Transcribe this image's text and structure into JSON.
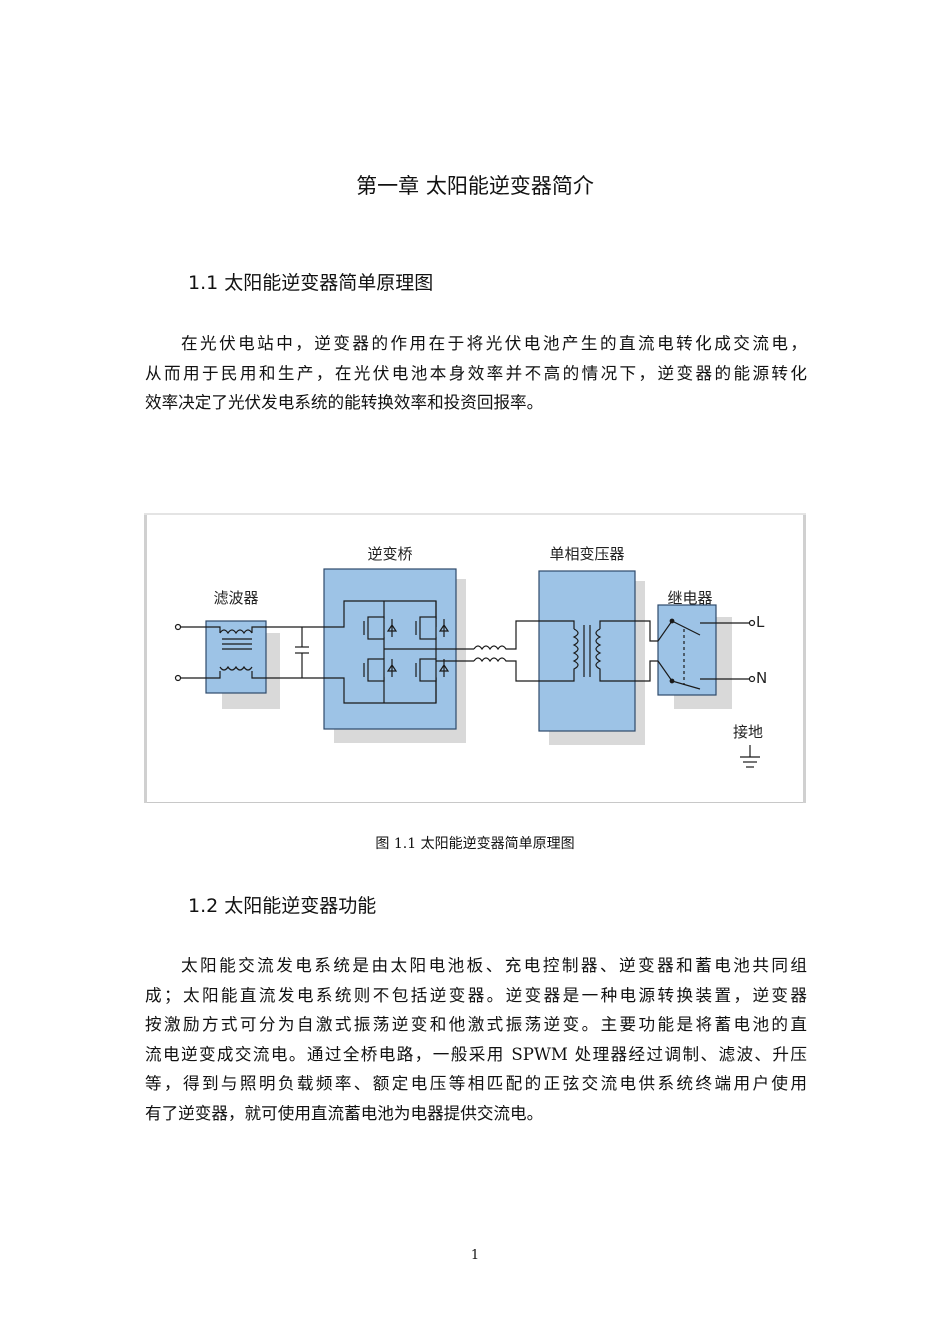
{
  "chapter": {
    "title": "第一章 太阳能逆变器简介"
  },
  "section1": {
    "title": "1.1 太阳能逆变器简单原理图",
    "lines": [
      "在光伏电站中，逆变器的作用在于将光伏电池产生的直流电转化成交流电，",
      "从而用于民用和生产，在光伏电池本身效率并不高的情况下，逆变器的能源转化",
      "效率决定了光伏发电系统的能转换效率和投资回报率。"
    ]
  },
  "figure": {
    "labels": {
      "filter": "滤波器",
      "bridge": "逆变桥",
      "transformer": "单相变压器",
      "relay": "继电器",
      "ground": "接地",
      "out_l": "L",
      "out_n": "N"
    },
    "caption": "图 1.1 太阳能逆变器简单原理图"
  },
  "section2": {
    "title": "1.2 太阳能逆变器功能",
    "lines": [
      "太阳能交流发电系统是由太阳电池板、充电控制器、逆变器和蓄电池共同组",
      "成；太阳能直流发电系统则不包括逆变器。逆变器是一种电源转换装置，逆变器",
      "按激励方式可分为自激式振荡逆变和他激式振荡逆变。主要功能是将蓄电池的直",
      "流电逆变成交流电。通过全桥电路，一般采用 SPWM 处理器经过调制、滤波、升压",
      "等，得到与照明负载频率、额定电压等相匹配的正弦交流电供系统终端用户使用",
      "有了逆变器，就可使用直流蓄电池为电器提供交流电。"
    ]
  },
  "page": {
    "number": "1"
  },
  "colors": {
    "block_fill": "#9dc3e6",
    "block_stroke": "#2e4a6b",
    "shadow": "#d9d9d9",
    "frame": "#c8c8c8"
  }
}
